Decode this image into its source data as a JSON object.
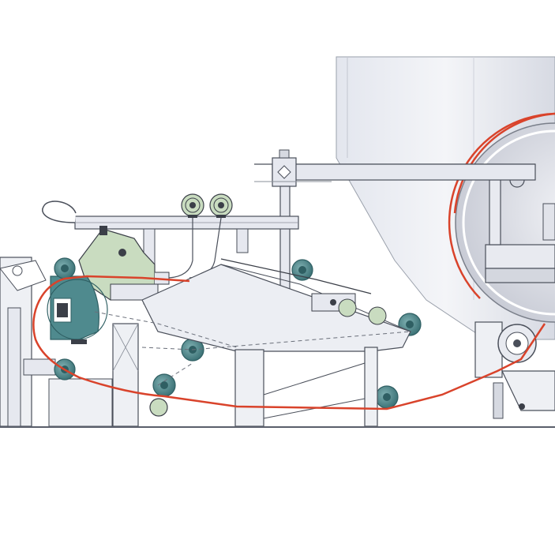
{
  "diagram": {
    "colors": {
      "background": "#ffffff",
      "frame_fill": "#e6e8ef",
      "frame_stroke": "#5a5f6b",
      "felt_line": "#d9432b",
      "roll_teal": "#4f8a8e",
      "roll_teal_dark": "#2f5f63",
      "green_part": "#c9dcc0",
      "dryer_fill": "#e9ebf1",
      "outline": "#3b3f48",
      "dashed": "#6a6f7a"
    },
    "components": [
      {
        "id": "yankee-dryer",
        "name": "yankee-dryer-cylinder"
      },
      {
        "id": "hood",
        "name": "dryer-hood-housing"
      },
      {
        "id": "press-roll",
        "name": "suction-press-roll"
      },
      {
        "id": "felt",
        "name": "felt-loop"
      },
      {
        "id": "conveyor",
        "name": "felt-conditioning-frame"
      }
    ]
  }
}
